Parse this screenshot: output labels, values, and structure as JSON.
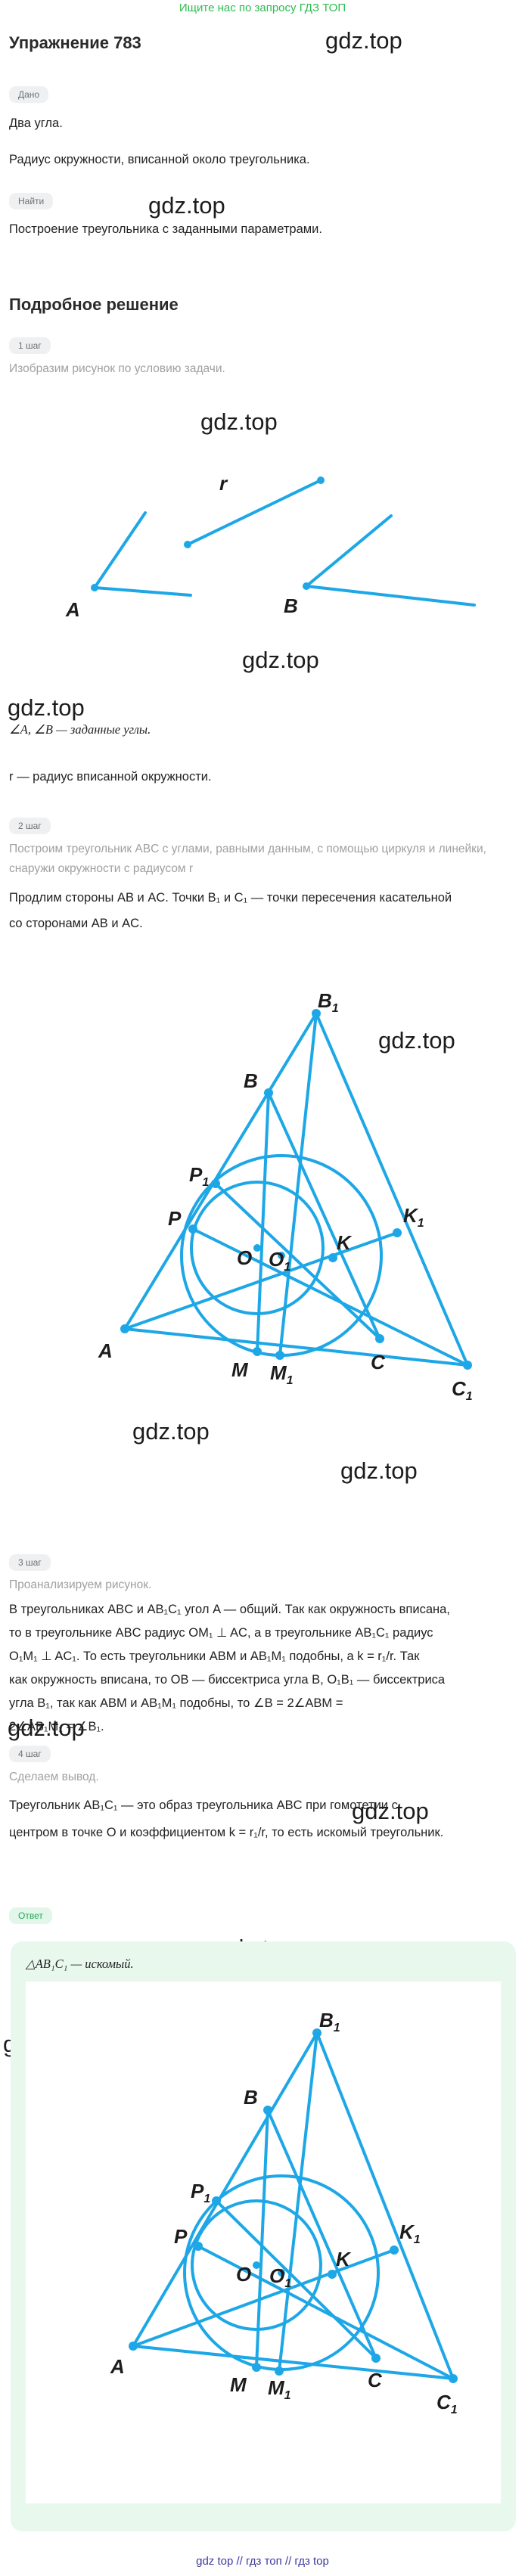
{
  "banner": "Ищите нас по запросу ГДЗ ТОП",
  "title": "Упражнение 783",
  "watermark": "gdz.top",
  "given_chip": "Дано",
  "given_line1": "Два угла.",
  "given_line2": "Радиус окружности, вписанной около треугольника.",
  "find_chip": "Найти",
  "find_line": "Построение треугольника с заданными параметрами.",
  "solution_title": "Подробное решение",
  "step1_chip": "1 шаг",
  "step1_gray": "Изобразим рисунок по условию задачи.",
  "fig1_labels": {
    "r": "r",
    "a": "A",
    "b": "B"
  },
  "step1_text1": "∠A, ∠B — заданные углы.",
  "step1_text2": "r — радиус вписанной окружности.",
  "step2_chip": "2 шаг",
  "step2_gray1": "Построим треугольник ABC с углами, равными данным, с помощью циркуля и линейки,",
  "step2_gray2": "снаружи окружности с радиусом r",
  "step2_text1": "Продлим стороны AB и AC. Точки B₁ и C₁ — точки пересечения касательной",
  "step2_text2": "со сторонами AB и AC.",
  "fig_labels": {
    "b1": "B",
    "b1sub": "1",
    "b": "B",
    "p1": "P",
    "p1sub": "1",
    "p": "P",
    "k1": "K",
    "k1sub": "1",
    "k": "K",
    "o": "O",
    "o1": "O",
    "o1sub": "1",
    "a": "A",
    "m": "M",
    "m1": "M",
    "m1sub": "1",
    "c": "C",
    "c1": "C",
    "c1sub": "1"
  },
  "step3_chip": "3 шаг",
  "step3_gray": "Проанализируем рисунок.",
  "step3_lines": [
    "В треугольниках ABC и AB₁C₁ угол A — общий. Так как окружность вписана,",
    "то в треугольнике ABC радиус OM₁ ⊥ AC, а в треугольнике AB₁C₁ радиус",
    "O₁M₁ ⊥ AC₁. То есть треугольники ABM и AB₁M₁ подобны, а k = r₁/r. Так",
    "как окружность вписана, то OB — биссектриса угла B, O₁B₁ — биссектриса",
    "угла B₁, так как ABM и AB₁M₁ подобны, то ∠B = 2∠ABM =",
    "2∠AB₁M₁ = ∠B₁."
  ],
  "step4_chip": "4 шаг",
  "step4_gray": "Сделаем вывод.",
  "step4_text1": "Треугольник AB₁C₁ — это образ треугольника ABC при гомотетии с",
  "step4_text2": "центром в точке O и коэффициентом k = r₁/r, то есть искомый треугольник.",
  "answer_chip": "Ответ",
  "answer_text": "△AB₁C₁ — искомый.",
  "footer": "gdz top // гдз топ // гдз top",
  "colors": {
    "accent": "#1ea7e6",
    "banner": "#2bbd4f",
    "footer": "#3d3a9e",
    "answer_bg": "#e8f8ed"
  }
}
